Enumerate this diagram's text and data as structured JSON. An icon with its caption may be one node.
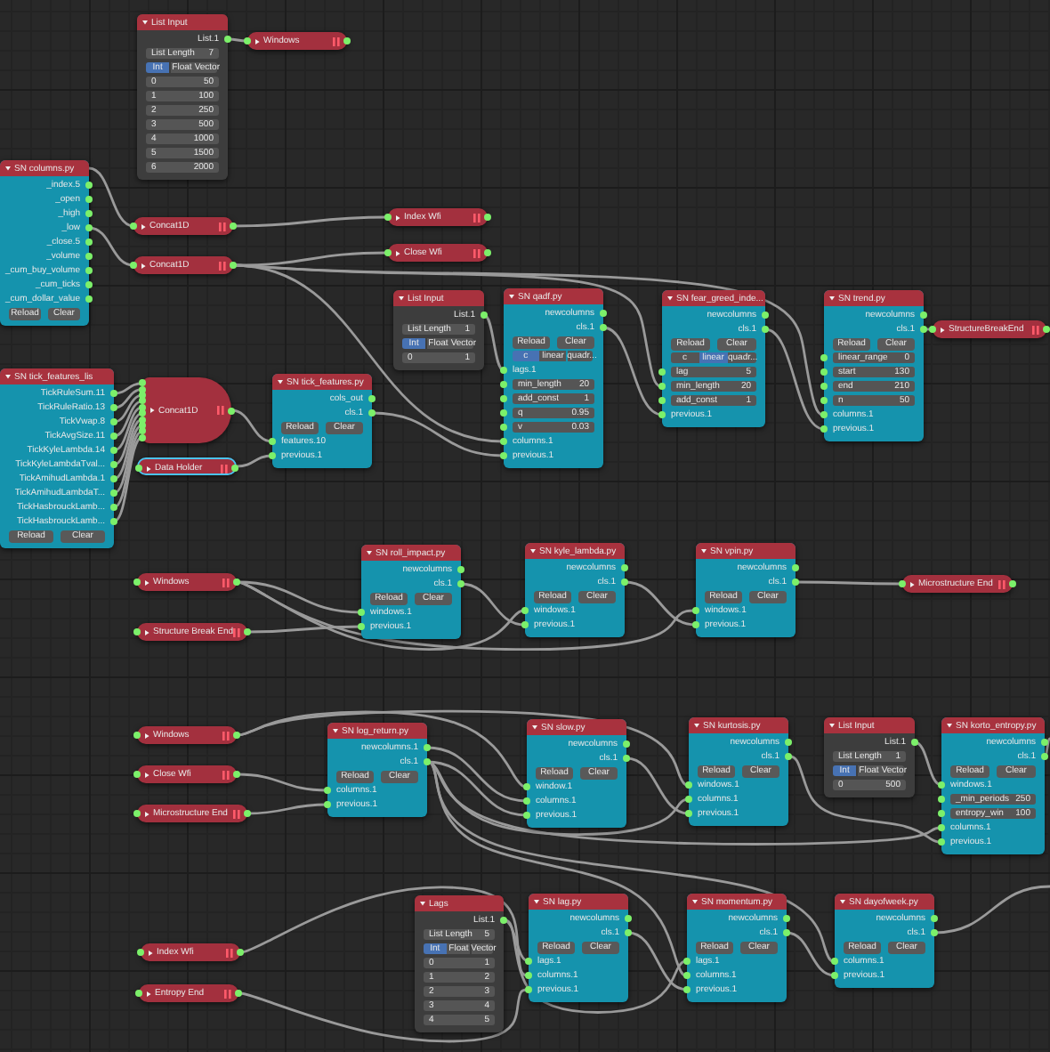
{
  "diagram": {
    "nodes": [
      {
        "text": [
          "List Input",
          "List.1",
          "List Length",
          "7",
          "Int",
          "Float",
          "Vector",
          "0",
          "50",
          "1",
          "100",
          "2",
          "250",
          "3",
          "500",
          "4",
          "1000",
          "5",
          "1500",
          "6",
          "2000"
        ]
      },
      {
        "text": [
          "Windows"
        ]
      },
      {
        "text": [
          "SN columns.py",
          "_index.5",
          "_open",
          "_high",
          "_low",
          "_close.5",
          "_volume",
          "_cum_buy_volume",
          "_cum_ticks",
          "_cum_dollar_value",
          "Reload",
          "Clear"
        ]
      },
      {
        "text": [
          "Concat1D"
        ]
      },
      {
        "text": [
          "Concat1D"
        ]
      },
      {
        "text": [
          "Index Wfi"
        ]
      },
      {
        "text": [
          "Close Wfi"
        ]
      },
      {
        "text": [
          "SN tick_features_lis",
          "TickRuleSum.11",
          "TickRuleRatio.13",
          "TickVwap.8",
          "TickAvgSize.11",
          "TickKyleLambda.14",
          "TickKyleLambdaTval...",
          "TickAmihudLambda.1",
          "TickAmihudLambdaT...",
          "TickHasbrouckLamb...",
          "TickHasbrouckLamb...",
          "Reload",
          "Clear"
        ]
      },
      {
        "text": [
          "Concat1D"
        ]
      },
      {
        "text": [
          "Data Holder"
        ]
      },
      {
        "text": [
          "SN tick_features.py",
          "cols_out",
          "cls.1",
          "Reload",
          "Clear",
          "features.10",
          "previous.1"
        ]
      },
      {
        "text": [
          "List Input",
          "List.1",
          "List Length",
          "1",
          "Int",
          "Float",
          "Vector",
          "0",
          "1"
        ]
      },
      {
        "text": [
          "SN qadf.py",
          "newcolumns",
          "cls.1",
          "Reload",
          "Clear",
          "c",
          "linear",
          "quadr...",
          "lags.1",
          "min_length",
          "20",
          "add_const",
          "1",
          "q",
          "0.95",
          "v",
          "0.03",
          "columns.1",
          "previous.1"
        ]
      },
      {
        "text": [
          "SN fear_greed_inde...",
          "newcolumns",
          "cls.1",
          "Reload",
          "Clear",
          "c",
          "linear",
          "quadr...",
          "lag",
          "5",
          "min_length",
          "20",
          "add_const",
          "1",
          "previous.1"
        ]
      },
      {
        "text": [
          "SN trend.py",
          "newcolumns",
          "cls.1",
          "Reload",
          "Clear",
          "linear_range",
          "0",
          "start",
          "130",
          "end",
          "210",
          "n",
          "50",
          "columns.1",
          "previous.1"
        ]
      },
      {
        "text": [
          "StructureBreakEnd"
        ]
      },
      {
        "text": [
          "Windows"
        ]
      },
      {
        "text": [
          "Structure Break End"
        ]
      },
      {
        "text": [
          "SN roll_impact.py",
          "newcolumns",
          "cls.1",
          "Reload",
          "Clear",
          "windows.1",
          "previous.1"
        ]
      },
      {
        "text": [
          "SN kyle_lambda.py",
          "newcolumns",
          "cls.1",
          "Reload",
          "Clear",
          "windows.1",
          "previous.1"
        ]
      },
      {
        "text": [
          "SN vpin.py",
          "newcolumns",
          "cls.1",
          "Reload",
          "Clear",
          "windows.1",
          "previous.1"
        ]
      },
      {
        "text": [
          "Microstructure End"
        ]
      },
      {
        "text": [
          "Windows"
        ]
      },
      {
        "text": [
          "Close Wfi"
        ]
      },
      {
        "text": [
          "Microstructure End"
        ]
      },
      {
        "text": [
          "SN log_return.py",
          "newcolumns.1",
          "cls.1",
          "Reload",
          "Clear",
          "columns.1",
          "previous.1"
        ]
      },
      {
        "text": [
          "SN slow.py",
          "newcolumns",
          "cls.1",
          "Reload",
          "Clear",
          "window.1",
          "columns.1",
          "previous.1"
        ]
      },
      {
        "text": [
          "SN kurtosis.py",
          "newcolumns",
          "cls.1",
          "Reload",
          "Clear",
          "windows.1",
          "columns.1",
          "previous.1"
        ]
      },
      {
        "text": [
          "List Input",
          "List.1",
          "List Length",
          "1",
          "Int",
          "Float",
          "Vector",
          "0",
          "500"
        ]
      },
      {
        "text": [
          "SN korto_entropy.py",
          "newcolumns",
          "cls.1",
          "Reload",
          "Clear",
          "windows.1",
          "_min_periods",
          "250",
          "entropy_win",
          "100",
          "columns.1",
          "previous.1"
        ]
      },
      {
        "text": [
          "Lags",
          "List.1",
          "List Length",
          "5",
          "Int",
          "Float",
          "Vector",
          "0",
          "1",
          "1",
          "2",
          "2",
          "3",
          "3",
          "4",
          "4",
          "5"
        ]
      },
      {
        "text": [
          "SN lag.py",
          "newcolumns",
          "cls.1",
          "Reload",
          "Clear",
          "lags.1",
          "columns.1",
          "previous.1"
        ]
      },
      {
        "text": [
          "SN momentum.py",
          "newcolumns",
          "cls.1",
          "Reload",
          "Clear",
          "lags.1",
          "columns.1",
          "previous.1"
        ]
      },
      {
        "text": [
          "SN dayofweek.py",
          "newcolumns",
          "cls.1",
          "Reload",
          "Clear",
          "columns.1",
          "previous.1"
        ]
      },
      {
        "text": [
          "Index Wfi"
        ]
      },
      {
        "text": [
          "Entropy End"
        ]
      }
    ],
    "edges": [
      {
        "from": 0,
        "to": 1,
        "arrow": "none"
      },
      {
        "from": 2,
        "to": 3,
        "arrow": "none"
      },
      {
        "from": 2,
        "to": 4,
        "arrow": "none"
      },
      {
        "from": 3,
        "to": 5,
        "arrow": "none"
      },
      {
        "from": 4,
        "to": 6,
        "arrow": "none"
      },
      {
        "from": 7,
        "to": 8,
        "arrow": "none"
      },
      {
        "from": 7,
        "to": 8,
        "arrow": "none"
      },
      {
        "from": 7,
        "to": 8,
        "arrow": "none"
      },
      {
        "from": 7,
        "to": 8,
        "arrow": "none"
      },
      {
        "from": 7,
        "to": 8,
        "arrow": "none"
      },
      {
        "from": 7,
        "to": 8,
        "arrow": "none"
      },
      {
        "from": 7,
        "to": 8,
        "arrow": "none"
      },
      {
        "from": 7,
        "to": 8,
        "arrow": "none"
      },
      {
        "from": 7,
        "to": 8,
        "arrow": "none"
      },
      {
        "from": 7,
        "to": 8,
        "arrow": "none"
      },
      {
        "from": 8,
        "to": 10,
        "arrow": "none"
      },
      {
        "from": 9,
        "to": 10,
        "arrow": "none"
      },
      {
        "from": 11,
        "to": 12,
        "arrow": "none"
      },
      {
        "from": 4,
        "to": 12,
        "arrow": "none"
      },
      {
        "from": 10,
        "to": 12,
        "arrow": "none"
      },
      {
        "from": 4,
        "to": 13,
        "arrow": "none"
      },
      {
        "from": 12,
        "to": 13,
        "arrow": "none"
      },
      {
        "from": 4,
        "to": 14,
        "arrow": "none"
      },
      {
        "from": 13,
        "to": 14,
        "arrow": "none"
      },
      {
        "from": 14,
        "to": 15,
        "arrow": "none"
      },
      {
        "from": 16,
        "to": 18,
        "arrow": "none"
      },
      {
        "from": 17,
        "to": 18,
        "arrow": "none"
      },
      {
        "from": 16,
        "to": 19,
        "arrow": "none"
      },
      {
        "from": 18,
        "to": 19,
        "arrow": "none"
      },
      {
        "from": 16,
        "to": 20,
        "arrow": "none"
      },
      {
        "from": 19,
        "to": 20,
        "arrow": "none"
      },
      {
        "from": 20,
        "to": 21,
        "arrow": "none"
      },
      {
        "from": 23,
        "to": 25,
        "arrow": "none"
      },
      {
        "from": 24,
        "to": 25,
        "arrow": "none"
      },
      {
        "from": 22,
        "to": 26,
        "arrow": "none"
      },
      {
        "from": 25,
        "to": 26,
        "arrow": "none"
      },
      {
        "from": 25,
        "to": 26,
        "arrow": "none"
      },
      {
        "from": 22,
        "to": 27,
        "arrow": "none"
      },
      {
        "from": 25,
        "to": 27,
        "arrow": "none"
      },
      {
        "from": 26,
        "to": 27,
        "arrow": "none"
      },
      {
        "from": 28,
        "to": 29,
        "arrow": "none"
      },
      {
        "from": 25,
        "to": 29,
        "arrow": "none"
      },
      {
        "from": 27,
        "to": 29,
        "arrow": "none"
      },
      {
        "from": 29,
        "to": null,
        "arrow": "none"
      },
      {
        "from": 30,
        "to": 31,
        "arrow": "none"
      },
      {
        "from": 34,
        "to": 31,
        "arrow": "none"
      },
      {
        "from": 35,
        "to": 31,
        "arrow": "none"
      },
      {
        "from": 30,
        "to": 32,
        "arrow": "none"
      },
      {
        "from": 25,
        "to": 32,
        "arrow": "none"
      },
      {
        "from": 31,
        "to": 32,
        "arrow": "none"
      },
      {
        "from": 25,
        "to": 33,
        "arrow": "none"
      },
      {
        "from": 32,
        "to": 33,
        "arrow": "none"
      },
      {
        "from": 33,
        "to": null,
        "arrow": "none"
      }
    ]
  }
}
